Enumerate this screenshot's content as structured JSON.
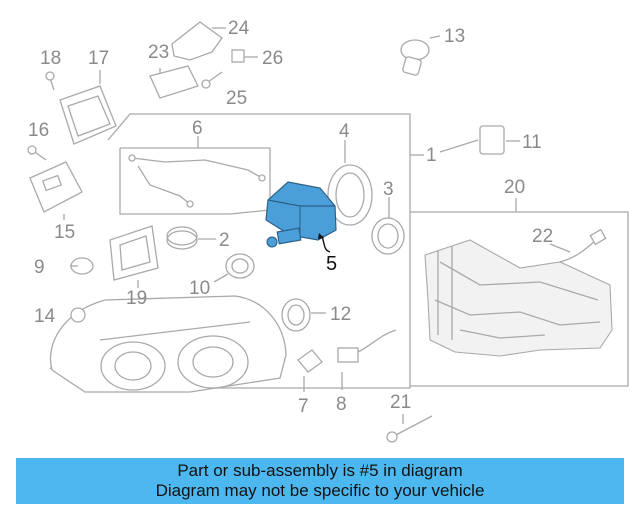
{
  "diagram": {
    "callouts": [
      {
        "id": "1",
        "label": "1"
      },
      {
        "id": "2",
        "label": "2"
      },
      {
        "id": "3",
        "label": "3"
      },
      {
        "id": "4",
        "label": "4"
      },
      {
        "id": "5",
        "label": "5"
      },
      {
        "id": "6",
        "label": "6"
      },
      {
        "id": "7",
        "label": "7"
      },
      {
        "id": "8",
        "label": "8"
      },
      {
        "id": "9",
        "label": "9"
      },
      {
        "id": "10",
        "label": "10"
      },
      {
        "id": "11",
        "label": "11"
      },
      {
        "id": "12",
        "label": "12"
      },
      {
        "id": "13",
        "label": "13"
      },
      {
        "id": "14",
        "label": "14"
      },
      {
        "id": "15",
        "label": "15"
      },
      {
        "id": "16",
        "label": "16"
      },
      {
        "id": "17",
        "label": "17"
      },
      {
        "id": "18",
        "label": "18"
      },
      {
        "id": "19",
        "label": "19"
      },
      {
        "id": "20",
        "label": "20"
      },
      {
        "id": "21",
        "label": "21"
      },
      {
        "id": "22",
        "label": "22"
      },
      {
        "id": "23",
        "label": "23"
      },
      {
        "id": "24",
        "label": "24"
      },
      {
        "id": "25",
        "label": "25"
      },
      {
        "id": "26",
        "label": "26"
      }
    ],
    "highlighted_part": "5",
    "highlight_color": "#4a9fd8",
    "line_color": "#a9a9a9"
  },
  "banner": {
    "line1": "Part or sub-assembly is #5 in diagram",
    "line2": "Diagram may not be specific to your vehicle",
    "background_color": "#4db8f0"
  }
}
